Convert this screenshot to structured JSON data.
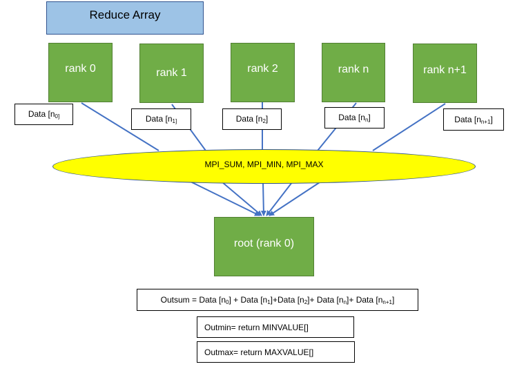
{
  "title": "Reduce Array",
  "ranks": [
    {
      "id": "rank-0",
      "label": "rank 0",
      "data": {
        "text": "Data [n",
        "sub": "0]",
        "tail": ""
      }
    },
    {
      "id": "rank-1",
      "label": "rank 1",
      "data": {
        "text": "Data [n",
        "sub": "1]",
        "tail": ""
      }
    },
    {
      "id": "rank-2",
      "label": "rank 2",
      "data": {
        "text": "Data [n",
        "sub": "2",
        "tail": "]"
      }
    },
    {
      "id": "rank-n",
      "label": "rank n",
      "data": {
        "text": "Data [n",
        "sub": "n",
        "tail": "]"
      }
    },
    {
      "id": "rank-n-plus-1",
      "label": "rank n+1",
      "data": {
        "text": "Data [n",
        "sub": "n+1",
        "tail": "]"
      }
    }
  ],
  "operation": "MPI_SUM, MPI_MIN, MPI_MAX",
  "root": "root (rank 0)",
  "outsum": {
    "prefix": "Outsum = ",
    "terms": [
      {
        "text": "Data [n",
        "sub": "0",
        "tail": "] + "
      },
      {
        "text": "Data [n",
        "sub": "1",
        "tail": "]+"
      },
      {
        "text": "Data [n",
        "sub": "2",
        "tail": "]+ "
      },
      {
        "text": "Data [n",
        "sub": "n",
        "tail": "]+ "
      },
      {
        "text": "Data [n",
        "sub": "n+1",
        "tail": "]"
      }
    ]
  },
  "outmin": "Outmin= return MINVALUE[]",
  "outmax": "Outmax= return MAXVALUE[]",
  "colors": {
    "title_fill": "#9dc3e6",
    "rank_fill": "#70ad47",
    "ellipse_fill": "#ffff00",
    "arrow": "#4472c4"
  }
}
